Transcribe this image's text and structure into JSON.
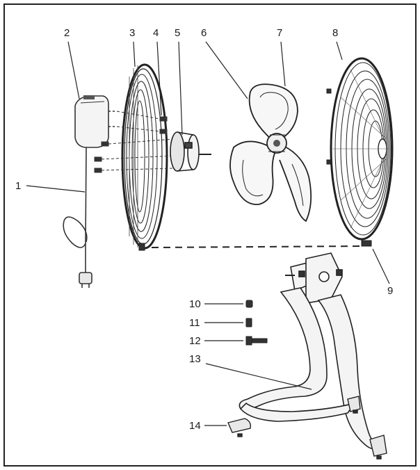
{
  "diagram": {
    "labels": {
      "p1": "1",
      "p2": "2",
      "p3": "3",
      "p4": "4",
      "p5": "5",
      "p6": "6",
      "p7": "7",
      "p8": "8",
      "p9": "9",
      "p10": "10",
      "p11": "11",
      "p12": "12",
      "p13": "13",
      "p14": "14"
    }
  }
}
